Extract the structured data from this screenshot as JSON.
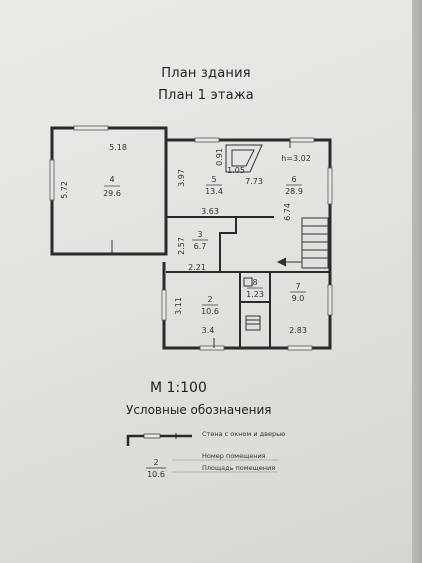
{
  "header": {
    "title": "План здания",
    "subtitle": "План 1 этажа"
  },
  "rooms": [
    {
      "number": "4",
      "area": "29.6"
    },
    {
      "number": "5",
      "area": "13.4"
    },
    {
      "number": "6",
      "area": "28.9"
    },
    {
      "number": "3",
      "area": "6.7"
    },
    {
      "number": "2",
      "area": "10.6"
    },
    {
      "number": "8",
      "area": "1.23"
    },
    {
      "number": "7",
      "area": "9.0"
    }
  ],
  "dimensions": {
    "d518": "5.18",
    "d572": "5.72",
    "d397": "3.97",
    "d091": "0.91",
    "d105": "1.05",
    "d773": "7.73",
    "d674": "6.74",
    "d363": "3.63",
    "d257": "2.57",
    "d221": "2.21",
    "d311": "3.11",
    "d34": "3.4",
    "d283": "2.83"
  },
  "ceiling_height": "h=3.02",
  "scale": "М 1:100",
  "legend": {
    "title": "Условные обозначения",
    "wall_label": "Стена с окном и дверью",
    "example_number": "2",
    "example_area": "10.6",
    "number_label": "Номер помещения",
    "area_label": "Площадь помещения"
  }
}
